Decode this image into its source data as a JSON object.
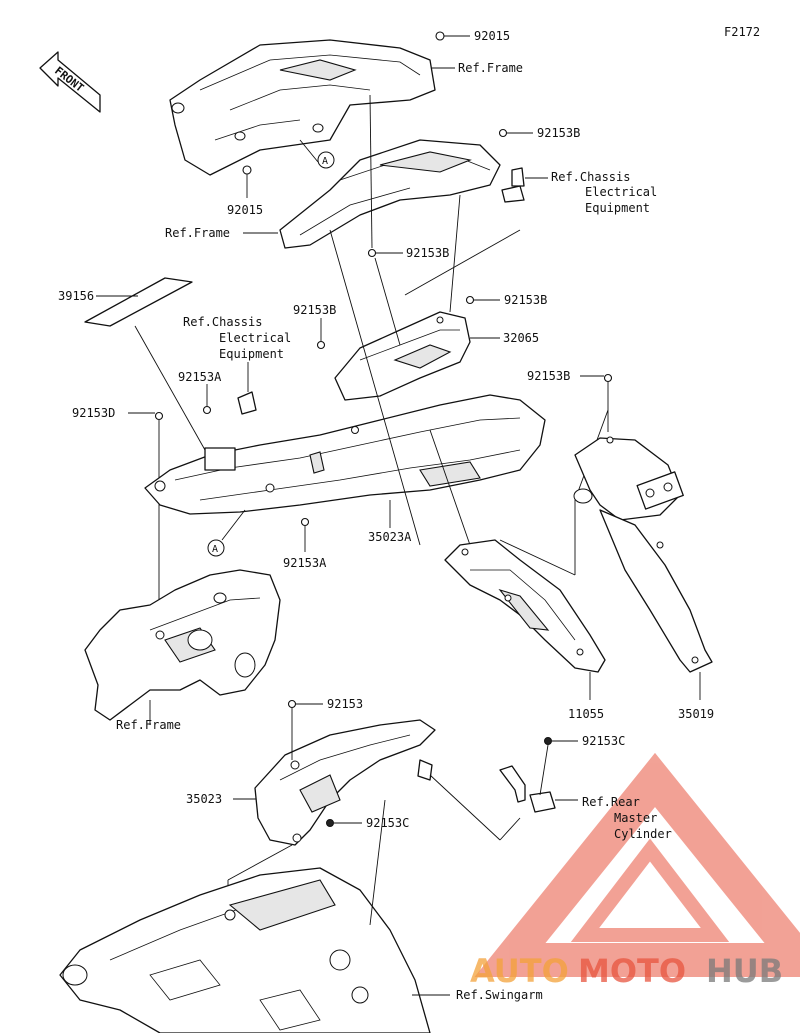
{
  "figure_code": "F2172",
  "front_arrow": {
    "label": "FRONT"
  },
  "labels": [
    {
      "id": "92015-top",
      "text": "92015"
    },
    {
      "id": "ref-frame-top",
      "text": "Ref.Frame"
    },
    {
      "id": "92153B-top",
      "text": "92153B"
    },
    {
      "id": "ref-chassis-right-1",
      "text": "Ref.Chassis"
    },
    {
      "id": "ref-chassis-right-2",
      "text": "Electrical"
    },
    {
      "id": "ref-chassis-right-3",
      "text": "Equipment"
    },
    {
      "id": "92015-left",
      "text": "92015"
    },
    {
      "id": "ref-frame-mid",
      "text": "Ref.Frame"
    },
    {
      "id": "92153B-mid",
      "text": "92153B"
    },
    {
      "id": "39156",
      "text": "39156"
    },
    {
      "id": "92153B-right",
      "text": "92153B"
    },
    {
      "id": "ref-chassis-left-1",
      "text": "Ref.Chassis"
    },
    {
      "id": "ref-chassis-left-2",
      "text": "Electrical"
    },
    {
      "id": "ref-chassis-left-3",
      "text": "Equipment"
    },
    {
      "id": "92153B-left",
      "text": "92153B"
    },
    {
      "id": "32065",
      "text": "32065"
    },
    {
      "id": "92153A-upper",
      "text": "92153A"
    },
    {
      "id": "92153B-far",
      "text": "92153B"
    },
    {
      "id": "92153D",
      "text": "92153D"
    },
    {
      "id": "35023A",
      "text": "35023A"
    },
    {
      "id": "92153A-lower",
      "text": "92153A"
    },
    {
      "id": "ref-frame-low",
      "text": "Ref.Frame"
    },
    {
      "id": "11055",
      "text": "11055"
    },
    {
      "id": "35019",
      "text": "35019"
    },
    {
      "id": "92153",
      "text": "92153"
    },
    {
      "id": "92153C-right",
      "text": "92153C"
    },
    {
      "id": "35023",
      "text": "35023"
    },
    {
      "id": "92153C-left",
      "text": "92153C"
    },
    {
      "id": "ref-rear-1",
      "text": "Ref.Rear"
    },
    {
      "id": "ref-rear-2",
      "text": "Master"
    },
    {
      "id": "ref-rear-3",
      "text": "Cylinder"
    },
    {
      "id": "ref-swingarm",
      "text": "Ref.Swingarm"
    }
  ],
  "callouts": [
    "A",
    "A"
  ],
  "watermark": {
    "part1": "AUTO",
    "part2": "MOTO",
    "part3": "HUB"
  },
  "colors": {
    "line": "#111111",
    "watermark_red": "#e8553f",
    "watermark_orange": "#f4a23a",
    "watermark_gray": "#7a7a7a"
  }
}
